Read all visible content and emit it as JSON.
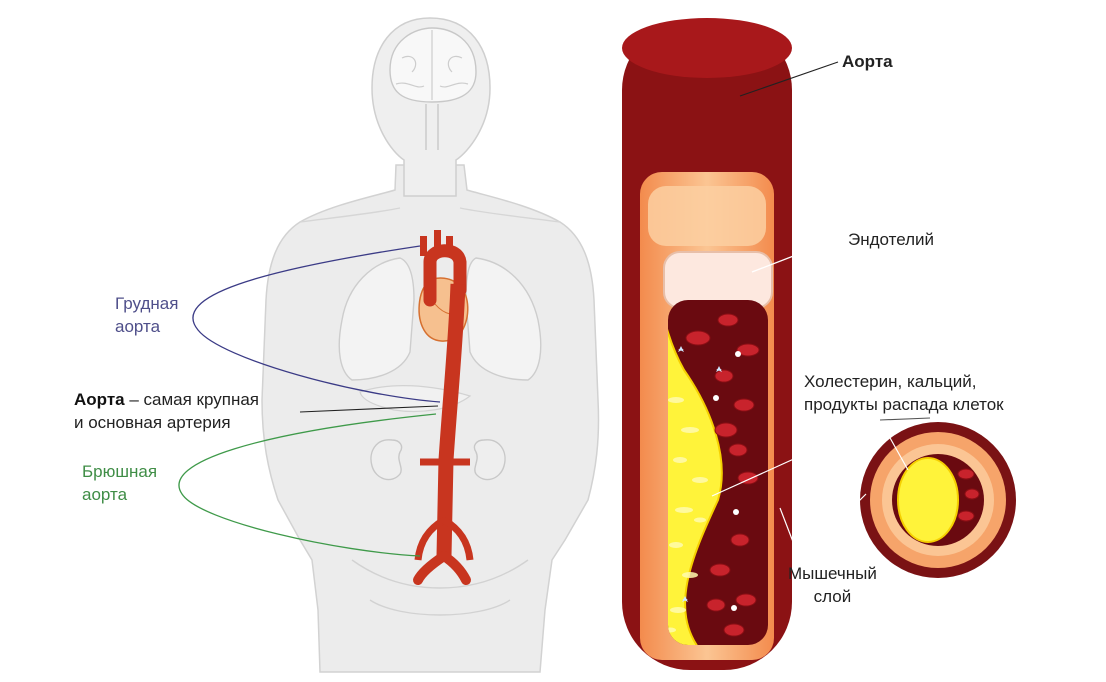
{
  "labels": {
    "thoracic": {
      "line1": "Грудная",
      "line2": "аорта"
    },
    "aorta_definition": {
      "bold": "Аорта",
      "rest": " – самая крупная",
      "line2": "и основная артерия"
    },
    "abdominal": {
      "line1": "Брюшная",
      "line2": "аорта"
    },
    "aorta": "Аорта",
    "endothelium": "Эндотелий",
    "plaque": {
      "line1": "Холестерин, кальций,",
      "line2": "продукты распада клеток"
    },
    "muscle": {
      "line1": "Мышечный",
      "line2": "слой"
    }
  },
  "colors": {
    "vessel_outer": "#8b1214",
    "vessel_wall": "#f7a66e",
    "vessel_wall_light": "#fbd0a6",
    "endothelium": "#fde8df",
    "blood": "#6a0a10",
    "cell": "#c8232c",
    "plaque": "#fff33a",
    "aorta_red": "#c8351f",
    "body_gray": "#e6e6e6",
    "thoracic_line": "#3b3b86",
    "abdominal_line": "#3f9a4a"
  }
}
